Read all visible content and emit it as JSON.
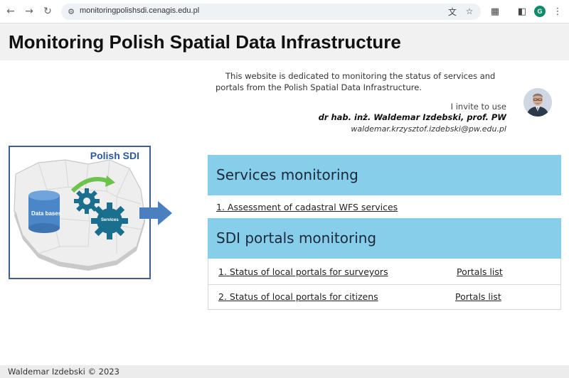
{
  "browser": {
    "url": "monitoringpolishsdi.cenagis.edu.pl",
    "profile_initial": "G"
  },
  "header": {
    "title": "Monitoring Polish Spatial Data Infrastructure"
  },
  "intro": {
    "text": "This website is dedicated to monitoring the status of services and portals from the Polish Spatial Data Infrastructure.",
    "invite": "I invite to use",
    "author": "dr hab. inż. Waldemar Izdebski, prof. PW",
    "email": "waldemar.krzysztof.izdebski@pw.edu.pl"
  },
  "illustration": {
    "title": "Polish SDI",
    "db_label": "Data bases",
    "services_label": "Services"
  },
  "services": {
    "heading": "Services monitoring",
    "items": [
      {
        "label": "1. Assessment of cadastral WFS services"
      }
    ]
  },
  "portals": {
    "heading": "SDI portals monitoring",
    "items": [
      {
        "label": "1. Status of local portals for surveyors",
        "list_label": "Portals list"
      },
      {
        "label": "2. Status of local portals for citizens",
        "list_label": "Portals list"
      }
    ]
  },
  "footer": {
    "text": "Waldemar Izdebski © 2023"
  },
  "colors": {
    "section_header": "#87ceeb",
    "illustration_title": "#2c5aa0",
    "gear": "#1a6f8f"
  }
}
